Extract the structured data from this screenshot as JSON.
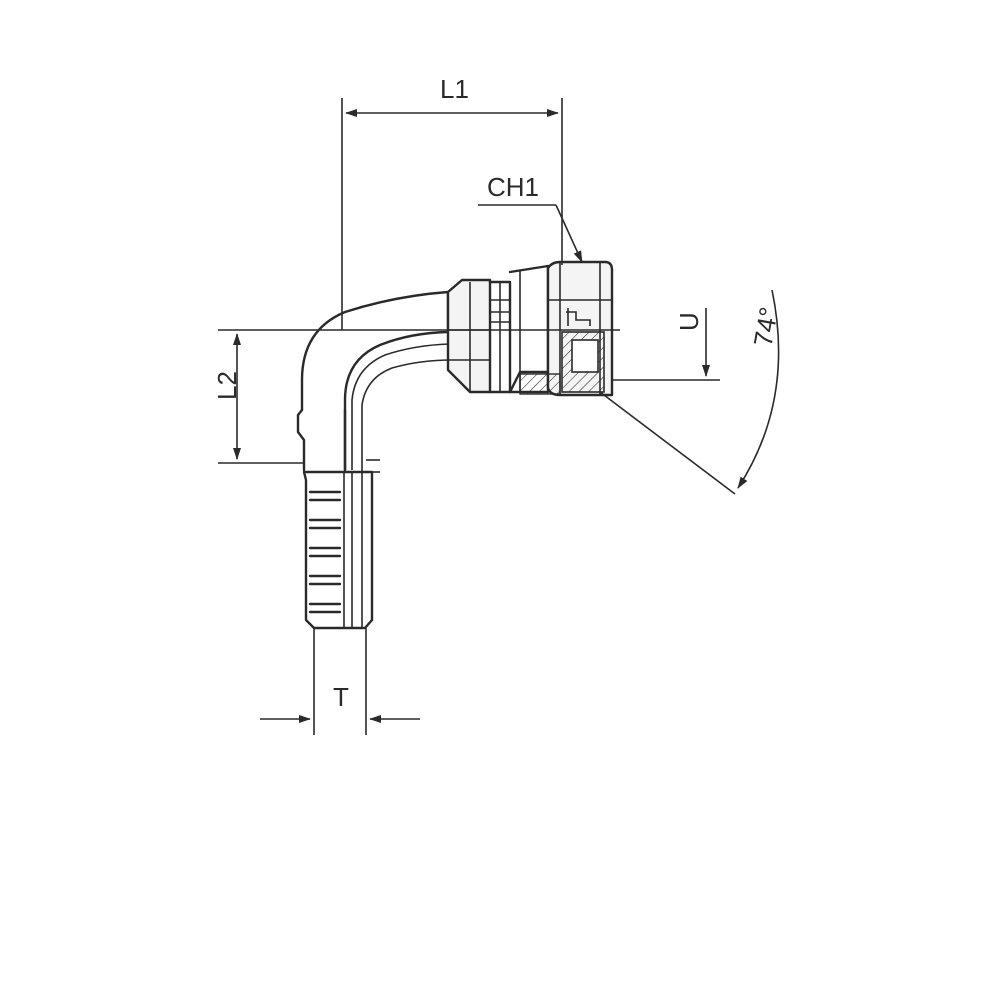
{
  "dimensions": {
    "L1": "L1",
    "CH1": "CH1",
    "L2": "L2",
    "U": "U",
    "T": "T",
    "angle": "74°"
  }
}
